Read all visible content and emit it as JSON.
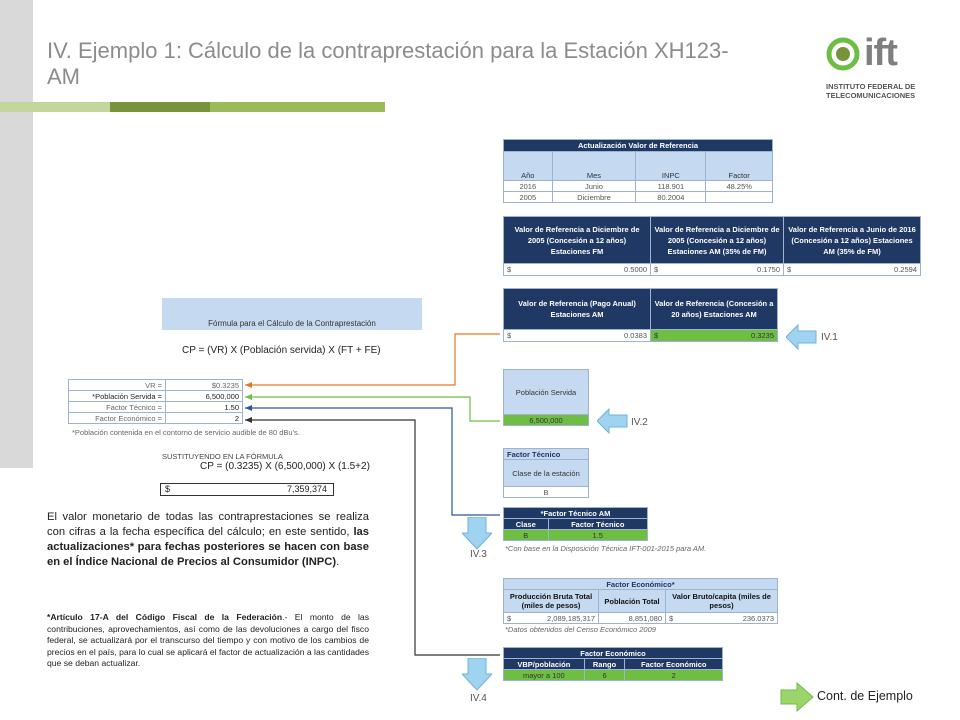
{
  "header": {
    "title": "IV. Ejemplo 1: Cálculo de la contraprestación para la Estación XH123-AM",
    "logo_brand": "ift",
    "logo_sub": "INSTITUTO FEDERAL DE TELECOMUNICACIONES"
  },
  "colors": {
    "orange": "#e07b22",
    "green": "#6fbe44",
    "navy": "#1f3864",
    "light_blue": "#c5d9f1"
  },
  "actualizacion": {
    "title": "Actualización Valor de Referencia",
    "headers": [
      "Año",
      "Mes",
      "INPC",
      "Factor"
    ],
    "rows": [
      [
        "2016",
        "Junio",
        "118.901",
        "48.25%"
      ],
      [
        "2005",
        "Diciembre",
        "80.2004",
        ""
      ]
    ]
  },
  "valores_ref": {
    "col1": "Valor de Referencia a Diciembre de 2005 (Concesión a 12 años) Estaciones FM",
    "col2": "Valor de Referencia a Diciembre de 2005 (Concesión a 12 años) Estaciones AM (35% de FM)",
    "col3": "Valor de Referencia a Junio de 2016 (Concesión a 12 años) Estaciones AM (35% de FM)",
    "v1": "0.5000",
    "v2": "0.1750",
    "v3": "0.2594",
    "cur": "$"
  },
  "valor_ref_am": {
    "col1": "Valor de Referencia (Pago Anual) Estaciones AM",
    "col2": "Valor de Referencia (Concesión a 20 años) Estaciones AM",
    "v1": "0.0383",
    "v2": "0.3235",
    "cur": "$"
  },
  "poblacion": {
    "label": "Población Servida",
    "value": "6,500,000"
  },
  "factor_tecnico_box": {
    "title": "Factor Técnico",
    "label": "Clase de la estación",
    "value": "B"
  },
  "factor_tecnico_am": {
    "title": "*Factor Técnico AM",
    "h1": "Clase",
    "h2": "Factor Técnico",
    "c1": "B",
    "c2": "1.5",
    "note": "*Con base en la Disposición Técnica IFT-001-2015 para AM."
  },
  "factor_economico_star": {
    "title": "Factor Económico*",
    "h1": "Producción Bruta Total (miles de pesos)",
    "h2": "Población Total",
    "h3": "Valor Bruto/capita (miles de pesos)",
    "v1": "2,089,185,317",
    "v2": "8,851,080",
    "v3": "236.0373",
    "cur": "$",
    "note": "*Datos obtenidos del Censo Económico 2009"
  },
  "factor_economico": {
    "title": "Factor Económico",
    "h1": "VBP/población",
    "h2": "Rango",
    "h3": "Factor Económico",
    "c1": "mayor a 100",
    "c2": "6",
    "c3": "2"
  },
  "formula": {
    "box_title": "Fórmula para el Cálculo de la Contraprestación",
    "formula": "CP = (VR) X (Población servida) X (FT + FE)",
    "vars": [
      {
        "label": "VR =",
        "value": "$0.3235"
      },
      {
        "label": "*Población Servida =",
        "value": "6,500,000"
      },
      {
        "label": "Factor Técnico =",
        "value": "1.50"
      },
      {
        "label": "Factor Económico =",
        "value": "2"
      }
    ],
    "note": "*Población contenida en el contorno de servicio audible de 80 dBu's.",
    "sust_label": "SUSTITUYENDO EN LA FÓRMULA",
    "sust_formula": "CP = (0.3235) X (6,500,000) X (1.5+2)",
    "result_cur": "$",
    "result": "7,359,374"
  },
  "text": {
    "p1_a": "El valor monetario de todas las contraprestaciones se realiza con cifras a la fecha específica del cálculo; en este sentido, ",
    "p1_b": "las actualizaciones* para fechas posteriores se hacen con base en el Índice Nacional de Precios al Consumidor (INPC)",
    "p1_c": ".",
    "p2_a": "*Artículo 17-A del Código Fiscal de la Federación",
    "p2_b": ".- El monto de las contribuciones, aprovechamientos, así como de las devoluciones a cargo del fisco federal, se actualizará por el transcurso del tiempo y con motivo de los cambios de precios en el país, para lo cual se aplicará el factor de actualización a las cantidades que se deban actualizar."
  },
  "labels": {
    "iv1": "IV.1",
    "iv2": "IV.2",
    "iv3": "IV.3",
    "iv4": "IV.4"
  },
  "nav": {
    "cont": "Cont. de Ejemplo"
  }
}
